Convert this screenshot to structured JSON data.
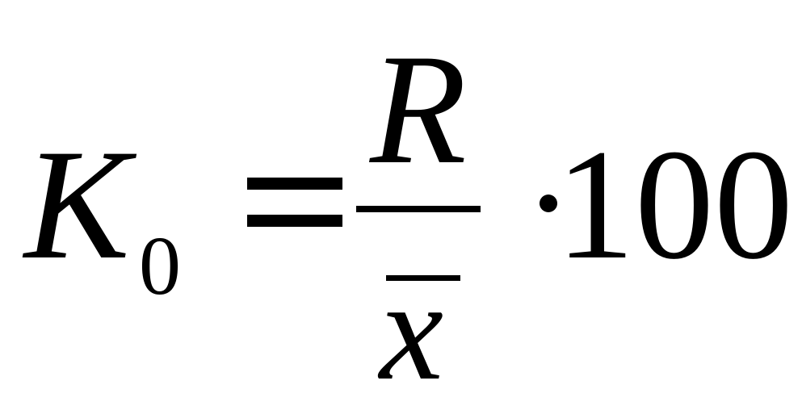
{
  "formula": {
    "lhs": {
      "variable": "K",
      "subscript": "0"
    },
    "operator": "=",
    "fraction": {
      "numerator": "R",
      "denominator": "x",
      "denominator_overbar": true
    },
    "multiply_symbol": "·",
    "multiplier": "100"
  }
}
